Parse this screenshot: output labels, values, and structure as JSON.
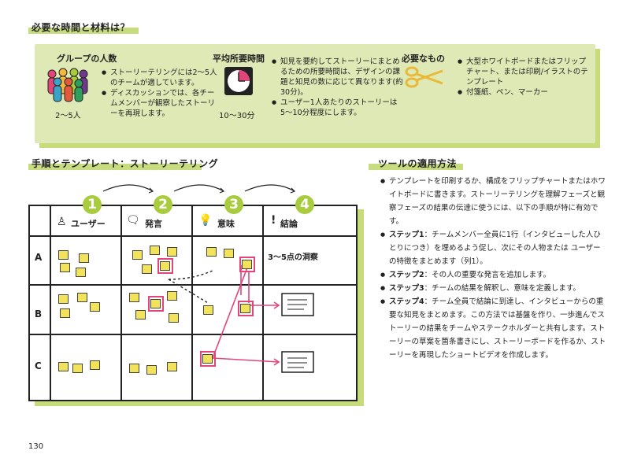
{
  "materials_title": "必要な時間と材料は？",
  "group": {
    "heading": "グループの人数",
    "size_label": "2〜5人",
    "bullets": [
      "ストーリーテリングには2〜5人のチームが適しています。",
      "ディスカッションでは、各チームメンバーが観察したストーリーを再現します。"
    ]
  },
  "time": {
    "heading": "平均所要時間",
    "duration_label": "10〜30分",
    "bullets": [
      "知見を要約してストーリーにまとめるための所要時間は、デザインの課題と知見の数に応じて異なります(約30分)。",
      "ユーザー1人あたりのストーリーは5〜10分程度にします。"
    ]
  },
  "supplies": {
    "heading": "必要なもの",
    "bullets": [
      "大型ホワイトボードまたはフリップチャート、または印刷/イラストのテンプレート",
      "付箋紙、ペン、マーカー"
    ]
  },
  "template_title": "手順とテンプレート：ストーリーテリング",
  "template": {
    "steps": [
      "1",
      "2",
      "3",
      "4"
    ],
    "columns": [
      "ユーザー",
      "発言",
      "意味",
      "結論"
    ],
    "rows": [
      "A",
      "B",
      "C"
    ],
    "insight_label": "3〜5点の洞察",
    "icons": [
      "person-icon",
      "speech-bubble-icon",
      "lightbulb-icon",
      "exclamation-icon"
    ]
  },
  "tool_title": "ツールの適用方法",
  "tool": {
    "intro": "テンプレートを印刷するか、構成をフリップチャートまたはホワイトボードに書きます。ストーリーテリングを理解フェーズと観察フェーズの結果の伝達に使うには、以下の手順が特に有効です。",
    "steps": [
      {
        "label": "ステップ1",
        "text": "：チームメンバー全員に1行（インタビューした人ひとりにつき）を埋めるよう促し、次にその人物または ユーザーの特徴をまとめます（列1）。"
      },
      {
        "label": "ステップ2",
        "text": "：その人の重要な発言を追加します。"
      },
      {
        "label": "ステップ3",
        "text": "：チームの結果を解釈し、意味を定義します。"
      },
      {
        "label": "ステップ4",
        "text": "：チーム全員で結論に到達し、インタビューからの重要な知見をまとめます。この方法では基盤を作り、一歩進んでストーリーの結果をチームやステークホルダーと共有します。ストーリーの草案を箇条書きにし、ストーリーボードを作るか、ストーリーを再現したショートビデオを作成します。"
      }
    ]
  },
  "page_number": "130",
  "colors": {
    "accent_green": "#a9cc3e",
    "panel_green": "#dfe9b6",
    "sticky_yellow": "#f3e35a",
    "pink": "#e2457a"
  }
}
